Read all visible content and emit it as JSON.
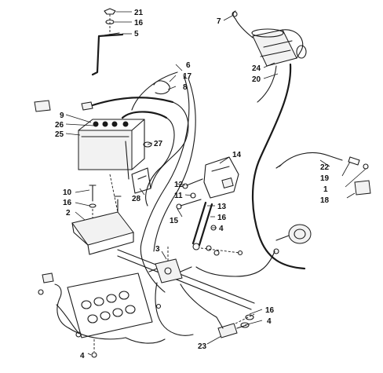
{
  "callouts": [
    {
      "id": "c21",
      "label": "21"
    },
    {
      "id": "c16a",
      "label": "16"
    },
    {
      "id": "c5",
      "label": "5"
    },
    {
      "id": "c7",
      "label": "7"
    },
    {
      "id": "c24",
      "label": "24"
    },
    {
      "id": "c20",
      "label": "20"
    },
    {
      "id": "c6",
      "label": "6"
    },
    {
      "id": "c17",
      "label": "17"
    },
    {
      "id": "c8",
      "label": "8"
    },
    {
      "id": "c9",
      "label": "9"
    },
    {
      "id": "c26",
      "label": "26"
    },
    {
      "id": "c25",
      "label": "25"
    },
    {
      "id": "c27",
      "label": "27"
    },
    {
      "id": "c28",
      "label": "28"
    },
    {
      "id": "c14",
      "label": "14"
    },
    {
      "id": "c12",
      "label": "12"
    },
    {
      "id": "c11",
      "label": "11"
    },
    {
      "id": "c13",
      "label": "13"
    },
    {
      "id": "c16b",
      "label": "16"
    },
    {
      "id": "c4a",
      "label": "4"
    },
    {
      "id": "c15",
      "label": "15"
    },
    {
      "id": "c22",
      "label": "22"
    },
    {
      "id": "c19",
      "label": "19"
    },
    {
      "id": "c1",
      "label": "1"
    },
    {
      "id": "c18",
      "label": "18"
    },
    {
      "id": "c10",
      "label": "10"
    },
    {
      "id": "c16c",
      "label": "16"
    },
    {
      "id": "c2",
      "label": "2"
    },
    {
      "id": "c3",
      "label": "3"
    },
    {
      "id": "c16d",
      "label": "16"
    },
    {
      "id": "c4b",
      "label": "4"
    },
    {
      "id": "c23",
      "label": "23"
    },
    {
      "id": "c4c",
      "label": "4"
    }
  ]
}
